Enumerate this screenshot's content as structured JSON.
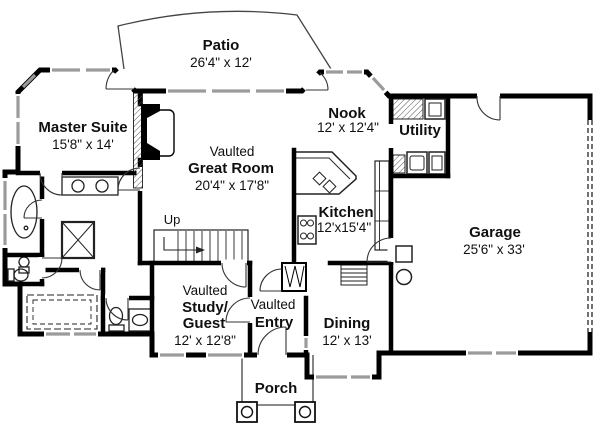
{
  "rooms": {
    "patio": {
      "name": "Patio",
      "dims": "26'4\" x 12'"
    },
    "master_suite": {
      "name": "Master Suite",
      "dims": "15'8\" x 14'"
    },
    "great_room": {
      "qualifier": "Vaulted",
      "name": "Great Room",
      "dims": "20'4\" x 17'8\""
    },
    "nook": {
      "name": "Nook",
      "dims": "12' x 12'4\""
    },
    "utility": {
      "name": "Utility"
    },
    "kitchen": {
      "name": "Kitchen",
      "dims": "12'x15'4\""
    },
    "garage": {
      "name": "Garage",
      "dims": "25'6\" x 33'"
    },
    "study_guest": {
      "qualifier": "Vaulted",
      "name_line_1": "Study/",
      "name_line_2": "Guest",
      "dims": "12' x 12'8\""
    },
    "entry": {
      "qualifier": "Vaulted",
      "name": "Entry"
    },
    "dining": {
      "name": "Dining",
      "dims": "12' x 13'"
    },
    "porch": {
      "name": "Porch"
    }
  },
  "annotations": {
    "stairs_direction": "Up"
  },
  "colors": {
    "wall": "#000000",
    "window_glass": "#9b9b9b",
    "line": "#1a1a1a",
    "paper": "#ffffff"
  }
}
